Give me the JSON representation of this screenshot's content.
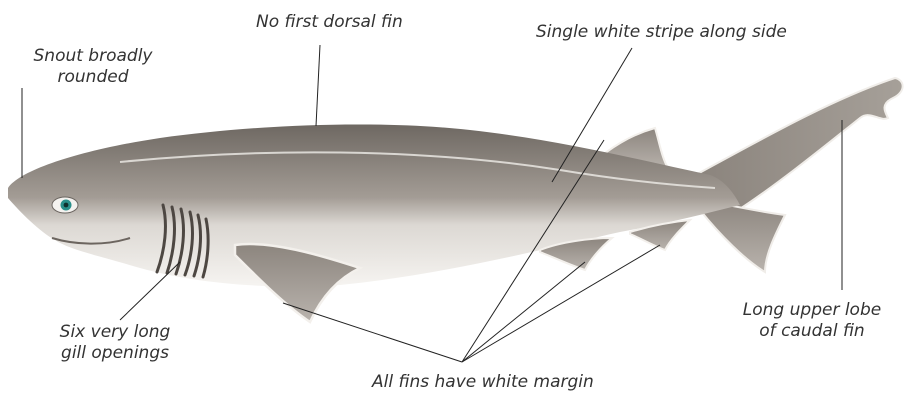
{
  "labels": {
    "snout": [
      "Snout broadly",
      "rounded"
    ],
    "dorsal": "No first dorsal fin",
    "stripe": "Single white stripe along side",
    "gills": [
      "Six very long",
      "gill openings"
    ],
    "fins": "All fins have white margin",
    "caudal": [
      "Long upper lobe",
      "of caudal fin"
    ]
  },
  "colors": {
    "body_dark": "#7d766f",
    "body_light": "#f2efec",
    "fin": "#9b948d",
    "leader_line": "#222222",
    "text": "#333333",
    "eye": "#2a8f8a"
  }
}
